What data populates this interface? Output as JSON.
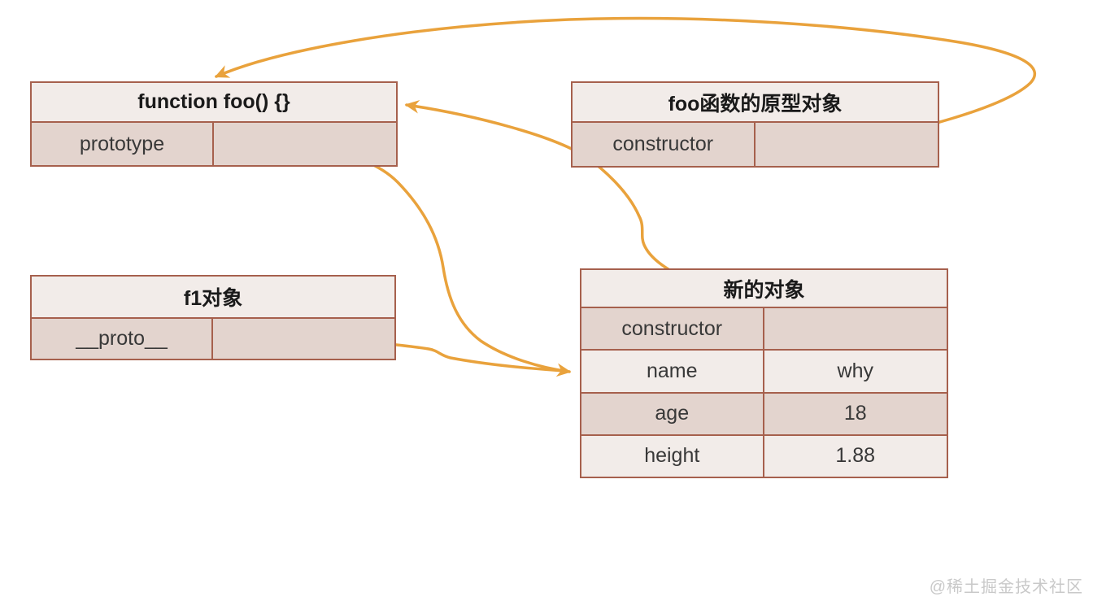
{
  "diagram": {
    "tables": [
      {
        "id": "function-foo",
        "title": "function foo() {}",
        "rows": [
          {
            "key": "prototype",
            "value": ""
          }
        ]
      },
      {
        "id": "foo-prototype-object",
        "title": "foo函数的原型对象",
        "rows": [
          {
            "key": "constructor",
            "value": ""
          }
        ]
      },
      {
        "id": "f1-object",
        "title": "f1对象",
        "rows": [
          {
            "key": "__proto__",
            "value": ""
          }
        ]
      },
      {
        "id": "new-object",
        "title": "新的对象",
        "rows": [
          {
            "key": "constructor",
            "value": ""
          },
          {
            "key": "name",
            "value": "why"
          },
          {
            "key": "age",
            "value": "18"
          },
          {
            "key": "height",
            "value": "1.88"
          }
        ]
      }
    ],
    "arrows": [
      {
        "name": "prototype-object-constructor-to-foo",
        "from": "foo函数的原型对象.constructor",
        "to": "function foo() {}"
      },
      {
        "name": "new-object-constructor-to-foo",
        "from": "新的对象.constructor",
        "to": "function foo() {}"
      },
      {
        "name": "foo-prototype-to-new-object",
        "from": "function foo() {}.prototype",
        "to": "新的对象"
      },
      {
        "name": "f1-proto-to-new-object",
        "from": "f1对象.__proto__",
        "to": "新的对象"
      }
    ],
    "colors": {
      "border": "#a6604d",
      "header_bg": "#f2ece9",
      "row_dark_bg": "#e3d4ce",
      "row_light_bg": "#f2ece9",
      "arrow": "#e9a23c",
      "header_text": "#1a1a1a",
      "cell_text": "#383838",
      "watermark_text": "#c9c9c9",
      "background": "#ffffff"
    },
    "watermark": "@稀土掘金技术社区"
  }
}
